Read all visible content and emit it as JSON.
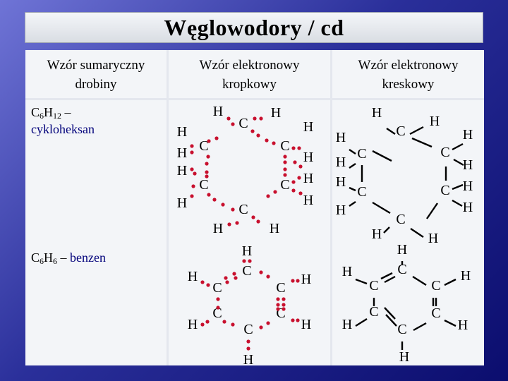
{
  "title": "Węglowodory / cd",
  "headers": {
    "col1": [
      "Wzór sumaryczny",
      "drobiny"
    ],
    "col2": [
      "Wzór elektronowy",
      "kropkowy"
    ],
    "col3": [
      "Wzór elektronowy",
      "kreskowy"
    ]
  },
  "rows": [
    {
      "formula_base": "C",
      "formula_sub1": "6",
      "formula_mid": "H",
      "formula_sub2": "12",
      "separator": " –",
      "name": "cykloheksan"
    },
    {
      "formula_base": "C",
      "formula_sub1": "6",
      "formula_mid": "H",
      "formula_sub2": "6",
      "separator": " – ",
      "name": "benzen"
    }
  ],
  "atoms": {
    "carbon": "C",
    "hydrogen": "H"
  },
  "colors": {
    "dot": "#c8102e",
    "bond": "#000000",
    "name": "#00007a"
  }
}
